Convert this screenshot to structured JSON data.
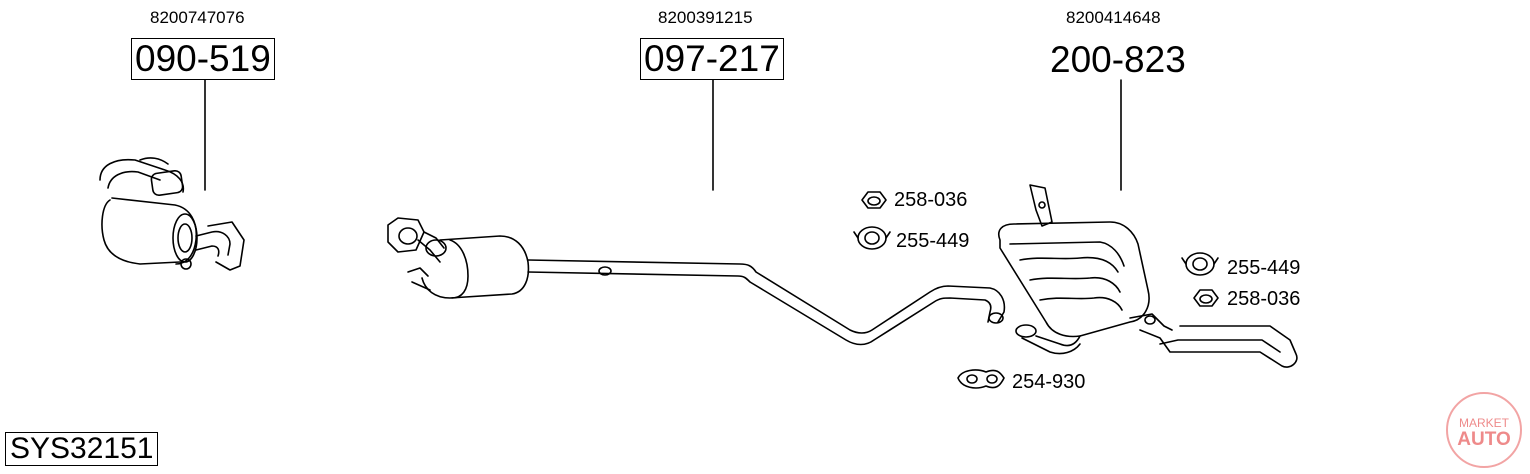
{
  "parts": [
    {
      "oem": "8200747076",
      "number": "090-519",
      "boxed": true
    },
    {
      "oem": "8200391215",
      "number": "097-217",
      "boxed": true
    },
    {
      "oem": "8200414648",
      "number": "200-823",
      "boxed": false
    }
  ],
  "accessories": {
    "a1": "258-036",
    "a2": "255-449",
    "a3": "255-449",
    "a4": "258-036",
    "a5": "254-930"
  },
  "system_code": "SYS32151",
  "logo": {
    "top": "MARKET",
    "bottom": "AUTO",
    "color": "#e85a5a"
  }
}
